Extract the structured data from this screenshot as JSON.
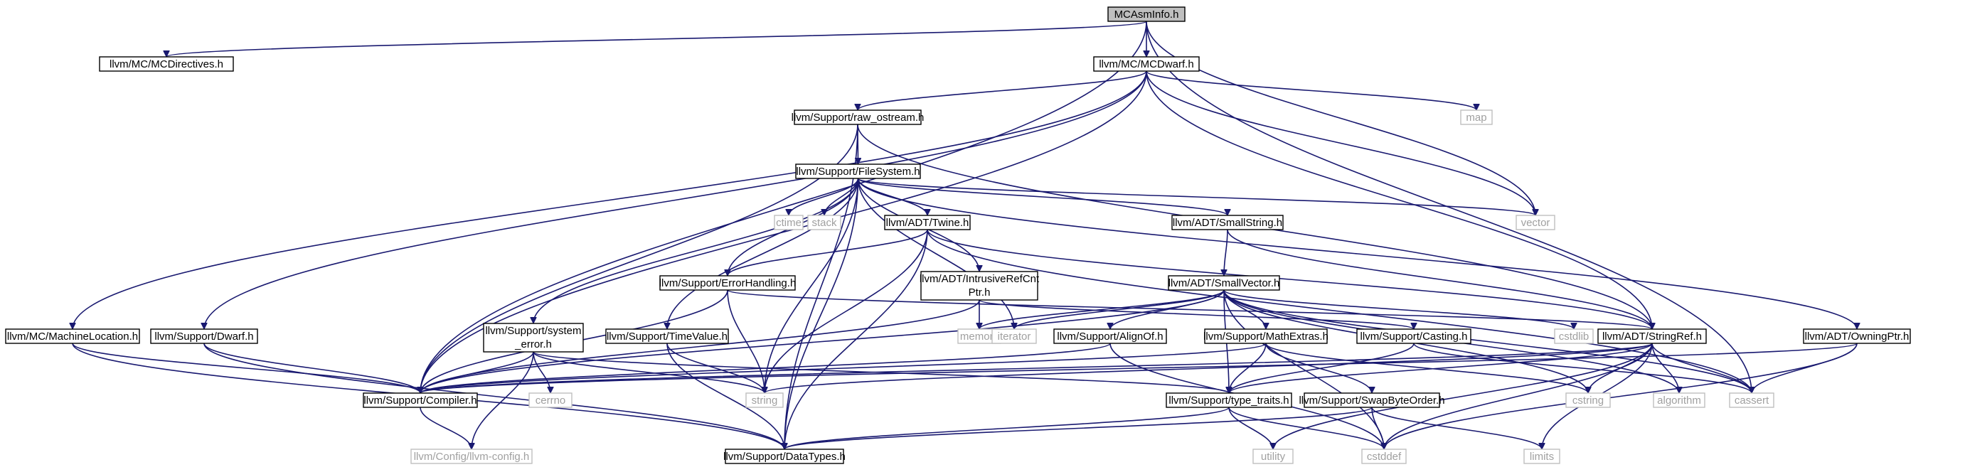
{
  "diagram": {
    "nodes": [
      {
        "id": "root",
        "label": "MCAsmInfo.h",
        "kind": "root"
      },
      {
        "id": "mcdirectives",
        "label": "llvm/MC/MCDirectives.h",
        "kind": "project"
      },
      {
        "id": "mcdwarf",
        "label": "llvm/MC/MCDwarf.h",
        "kind": "project"
      },
      {
        "id": "rawostream",
        "label": "llvm/Support/raw_ostream.h",
        "kind": "project"
      },
      {
        "id": "map",
        "label": "map",
        "kind": "system"
      },
      {
        "id": "vector",
        "label": "vector",
        "kind": "system"
      },
      {
        "id": "filesystem",
        "label": "llvm/Support/FileSystem.h",
        "kind": "project"
      },
      {
        "id": "ctime",
        "label": "ctime",
        "kind": "system"
      },
      {
        "id": "stack",
        "label": "stack",
        "kind": "system"
      },
      {
        "id": "twine",
        "label": "llvm/ADT/Twine.h",
        "kind": "project"
      },
      {
        "id": "smallstring",
        "label": "llvm/ADT/SmallString.h",
        "kind": "project"
      },
      {
        "id": "errorhandling",
        "label": "llvm/Support/ErrorHandling.h",
        "kind": "project"
      },
      {
        "id": "intrusive",
        "label": "llvm/ADT/IntrusiveRefCnt",
        "label2": "Ptr.h",
        "kind": "project"
      },
      {
        "id": "smallvector",
        "label": "llvm/ADT/SmallVector.h",
        "kind": "project"
      },
      {
        "id": "memory",
        "label": "memory",
        "kind": "system"
      },
      {
        "id": "iterator",
        "label": "iterator",
        "kind": "system"
      },
      {
        "id": "cstdlib",
        "label": "cstdlib",
        "kind": "system"
      },
      {
        "id": "stringref",
        "label": "llvm/ADT/StringRef.h",
        "kind": "project"
      },
      {
        "id": "owningptr",
        "label": "llvm/ADT/OwningPtr.h",
        "kind": "project"
      },
      {
        "id": "machineloc",
        "label": "llvm/MC/MachineLocation.h",
        "kind": "project"
      },
      {
        "id": "dwarf",
        "label": "llvm/Support/Dwarf.h",
        "kind": "project"
      },
      {
        "id": "systemerror",
        "label": "llvm/Support/system",
        "label2": "_error.h",
        "kind": "project"
      },
      {
        "id": "timevalue",
        "label": "llvm/Support/TimeValue.h",
        "kind": "project"
      },
      {
        "id": "alignof",
        "label": "llvm/Support/AlignOf.h",
        "kind": "project"
      },
      {
        "id": "mathextras",
        "label": "llvm/Support/MathExtras.h",
        "kind": "project"
      },
      {
        "id": "casting",
        "label": "llvm/Support/Casting.h",
        "kind": "project"
      },
      {
        "id": "compiler",
        "label": "llvm/Support/Compiler.h",
        "kind": "project"
      },
      {
        "id": "cerrno",
        "label": "cerrno",
        "kind": "system"
      },
      {
        "id": "string",
        "label": "string",
        "kind": "system"
      },
      {
        "id": "typetraits",
        "label": "llvm/Support/type_traits.h",
        "kind": "project"
      },
      {
        "id": "swapbyteorder",
        "label": "llvm/Support/SwapByteOrder.h",
        "kind": "project"
      },
      {
        "id": "cstring",
        "label": "cstring",
        "kind": "system"
      },
      {
        "id": "algorithm",
        "label": "algorithm",
        "kind": "system"
      },
      {
        "id": "cassert",
        "label": "cassert",
        "kind": "system"
      },
      {
        "id": "llvmconfig",
        "label": "llvm/Config/llvm-config.h",
        "kind": "system"
      },
      {
        "id": "datatypes",
        "label": "llvm/Support/DataTypes.h",
        "kind": "project"
      },
      {
        "id": "utility",
        "label": "utility",
        "kind": "system"
      },
      {
        "id": "cstddef",
        "label": "cstddef",
        "kind": "system"
      },
      {
        "id": "limits",
        "label": "limits",
        "kind": "system"
      }
    ],
    "edges": [
      [
        "root",
        "mcdirectives"
      ],
      [
        "root",
        "mcdwarf"
      ],
      [
        "root",
        "vector"
      ],
      [
        "root",
        "cassert"
      ],
      [
        "root",
        "compiler"
      ],
      [
        "mcdwarf",
        "rawostream"
      ],
      [
        "mcdwarf",
        "map"
      ],
      [
        "mcdwarf",
        "vector"
      ],
      [
        "mcdwarf",
        "stringref"
      ],
      [
        "mcdwarf",
        "machineloc"
      ],
      [
        "mcdwarf",
        "dwarf"
      ],
      [
        "mcdwarf",
        "compiler"
      ],
      [
        "rawostream",
        "filesystem"
      ],
      [
        "rawostream",
        "stringref"
      ],
      [
        "rawostream",
        "compiler"
      ],
      [
        "rawostream",
        "datatypes"
      ],
      [
        "filesystem",
        "ctime"
      ],
      [
        "filesystem",
        "stack"
      ],
      [
        "filesystem",
        "twine"
      ],
      [
        "filesystem",
        "smallstring"
      ],
      [
        "filesystem",
        "errorhandling"
      ],
      [
        "filesystem",
        "intrusive"
      ],
      [
        "filesystem",
        "owningptr"
      ],
      [
        "filesystem",
        "vector"
      ],
      [
        "filesystem",
        "iterator"
      ],
      [
        "filesystem",
        "string"
      ],
      [
        "filesystem",
        "systemerror"
      ],
      [
        "filesystem",
        "timevalue"
      ],
      [
        "filesystem",
        "datatypes"
      ],
      [
        "twine",
        "errorhandling"
      ],
      [
        "twine",
        "stringref"
      ],
      [
        "twine",
        "string"
      ],
      [
        "twine",
        "datatypes"
      ],
      [
        "twine",
        "cassert"
      ],
      [
        "smallstring",
        "smallvector"
      ],
      [
        "smallstring",
        "stringref"
      ],
      [
        "errorhandling",
        "compiler"
      ],
      [
        "errorhandling",
        "stringref"
      ],
      [
        "errorhandling",
        "string"
      ],
      [
        "intrusive",
        "memory"
      ],
      [
        "intrusive",
        "casting"
      ],
      [
        "intrusive",
        "compiler"
      ],
      [
        "smallvector",
        "memory"
      ],
      [
        "smallvector",
        "iterator"
      ],
      [
        "smallvector",
        "cstdlib"
      ],
      [
        "smallvector",
        "alignof"
      ],
      [
        "smallvector",
        "mathextras"
      ],
      [
        "smallvector",
        "typetraits"
      ],
      [
        "smallvector",
        "compiler"
      ],
      [
        "smallvector",
        "cstring"
      ],
      [
        "smallvector",
        "algorithm"
      ],
      [
        "smallvector",
        "cassert"
      ],
      [
        "smallvector",
        "cstddef"
      ],
      [
        "stringref",
        "compiler"
      ],
      [
        "stringref",
        "typetraits"
      ],
      [
        "stringref",
        "string"
      ],
      [
        "stringref",
        "cstring"
      ],
      [
        "stringref",
        "algorithm"
      ],
      [
        "stringref",
        "cassert"
      ],
      [
        "stringref",
        "limits"
      ],
      [
        "stringref",
        "utility"
      ],
      [
        "stringref",
        "cstddef"
      ],
      [
        "owningptr",
        "compiler"
      ],
      [
        "owningptr",
        "cassert"
      ],
      [
        "owningptr",
        "cstddef"
      ],
      [
        "machineloc",
        "compiler"
      ],
      [
        "machineloc",
        "datatypes"
      ],
      [
        "dwarf",
        "compiler"
      ],
      [
        "dwarf",
        "datatypes"
      ],
      [
        "systemerror",
        "compiler"
      ],
      [
        "systemerror",
        "cerrno"
      ],
      [
        "systemerror",
        "string"
      ],
      [
        "systemerror",
        "llvmconfig"
      ],
      [
        "systemerror",
        "typetraits"
      ],
      [
        "timevalue",
        "datatypes"
      ],
      [
        "timevalue",
        "string"
      ],
      [
        "alignof",
        "compiler"
      ],
      [
        "alignof",
        "cstddef"
      ],
      [
        "mathextras",
        "swapbyteorder"
      ],
      [
        "mathextras",
        "typetraits"
      ],
      [
        "mathextras",
        "compiler"
      ],
      [
        "mathextras",
        "cstring"
      ],
      [
        "casting",
        "typetraits"
      ],
      [
        "casting",
        "cassert"
      ],
      [
        "compiler",
        "llvmconfig"
      ],
      [
        "typetraits",
        "datatypes"
      ],
      [
        "typetraits",
        "utility"
      ],
      [
        "typetraits",
        "cstddef"
      ],
      [
        "swapbyteorder",
        "datatypes"
      ],
      [
        "swapbyteorder",
        "cstddef"
      ],
      [
        "swapbyteorder",
        "limits"
      ]
    ]
  }
}
